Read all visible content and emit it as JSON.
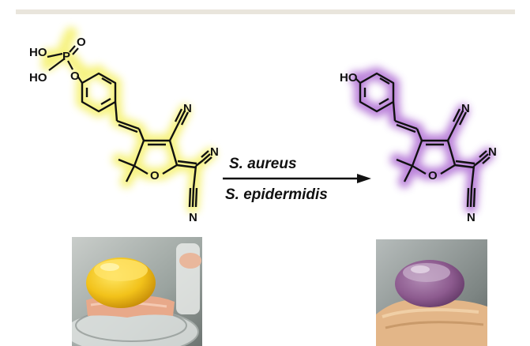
{
  "reaction": {
    "condition_top": "S. aureus",
    "condition_bottom": "S. epidermidis"
  },
  "reactant": {
    "atoms": {
      "ho1": "HO",
      "p": "P",
      "o_double": "O",
      "ho2": "HO",
      "o_ester": "O",
      "o_ring": "O"
    },
    "nitriles": [
      "N",
      "N",
      "N"
    ],
    "glow_color": "#f6f27a"
  },
  "product": {
    "atoms": {
      "ho": "HO",
      "o_ring": "O"
    },
    "nitriles": [
      "N",
      "N",
      "N"
    ],
    "glow_color": "#b476d6"
  },
  "photos": {
    "left_gel_color": "#f2c21a",
    "right_gel_color": "#8d5b8f"
  }
}
